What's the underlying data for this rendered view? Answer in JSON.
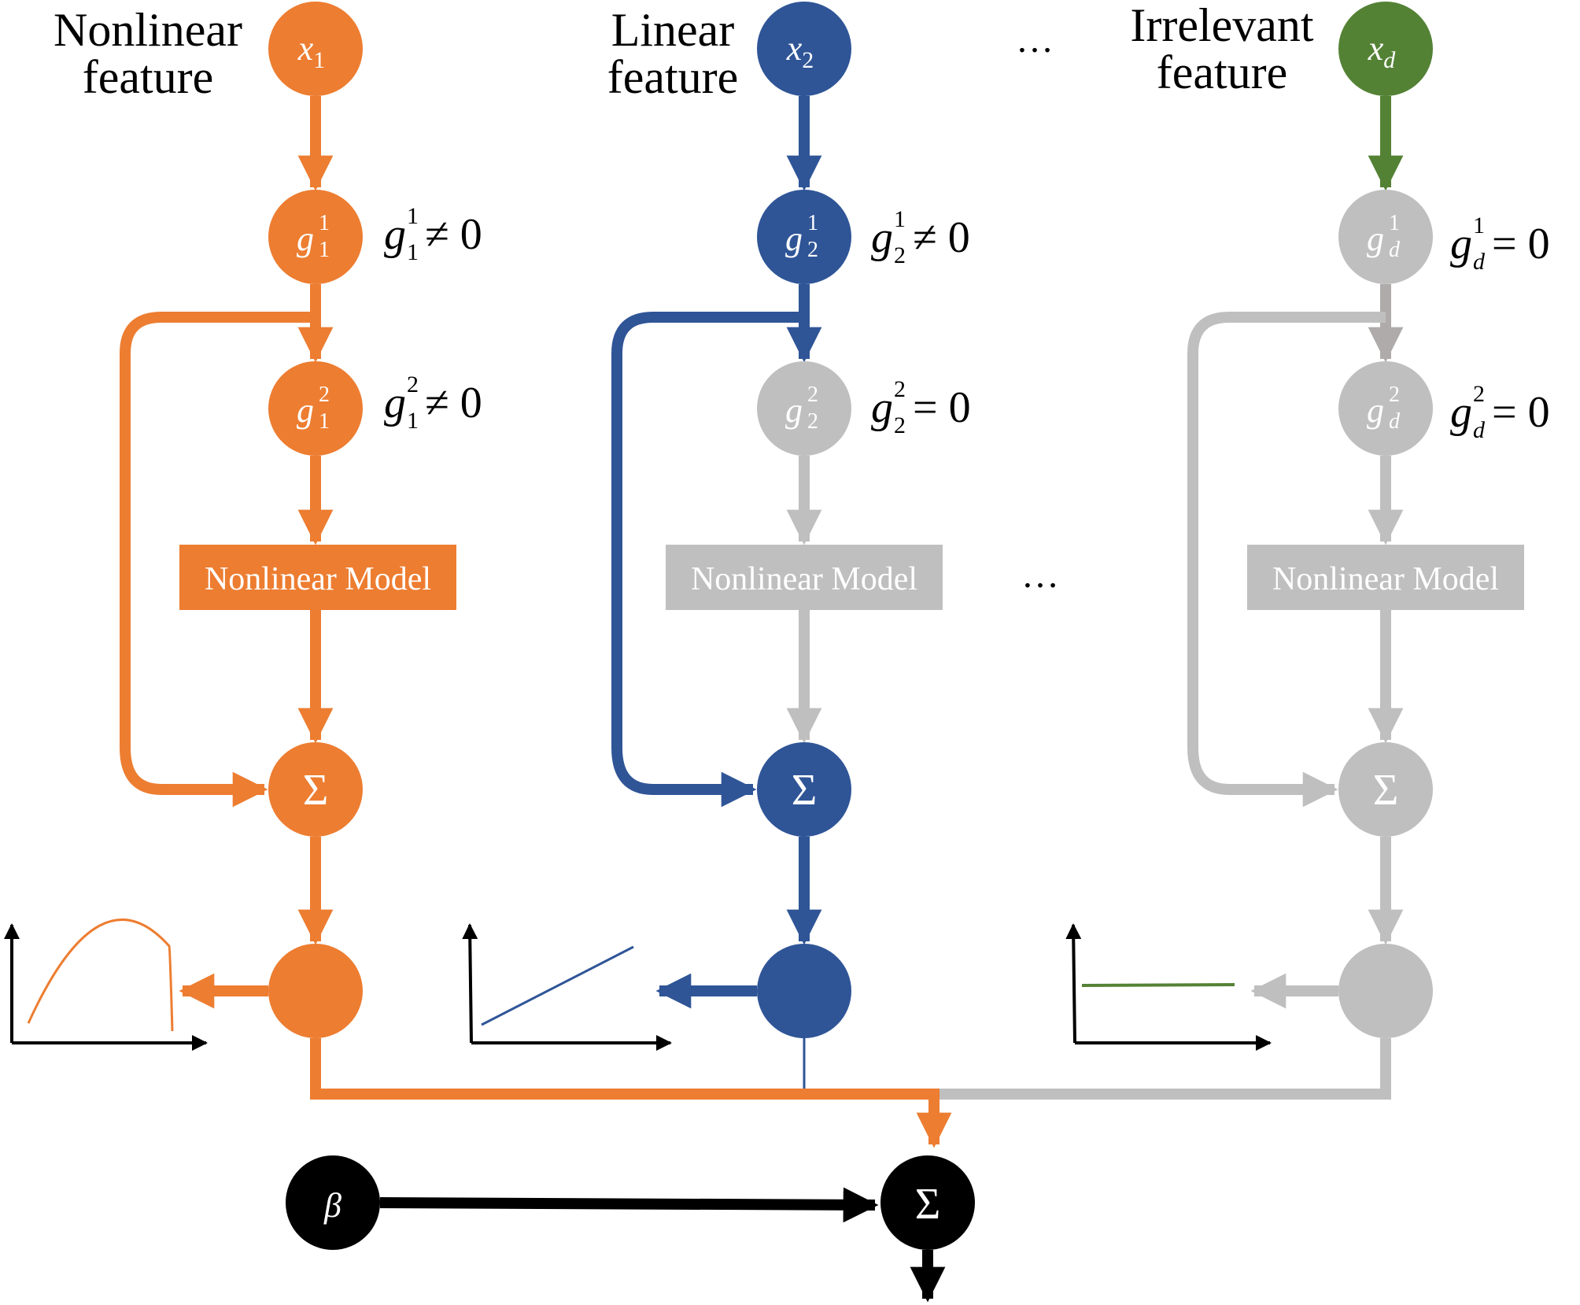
{
  "colors": {
    "orange": "#ED7D31",
    "blue": "#2F5597",
    "green": "#548235",
    "gray": "#BFBFBF",
    "dark_gray": "#AFABAB",
    "black": "#000000"
  },
  "columns": [
    {
      "id": "nonlinear",
      "title_line1": "Nonlinear",
      "title_line2": "feature",
      "input_var": "x",
      "input_sub": "1",
      "g1_label": "g",
      "g1_sup": "1",
      "g1_sub": "1",
      "g1_relation": "≠ 0",
      "g2_label": "g",
      "g2_sup": "2",
      "g2_sub": "1",
      "g2_relation": "≠ 0",
      "model_label": "Nonlinear Model",
      "sum_symbol": "Σ",
      "shape_function": "concave-parabola"
    },
    {
      "id": "linear",
      "title_line1": "Linear",
      "title_line2": "feature",
      "input_var": "x",
      "input_sub": "2",
      "g1_label": "g",
      "g1_sup": "1",
      "g1_sub": "2",
      "g1_relation": "≠ 0",
      "g2_label": "g",
      "g2_sup": "2",
      "g2_sub": "2",
      "g2_relation": "= 0",
      "model_label": "Nonlinear Model",
      "sum_symbol": "Σ",
      "shape_function": "increasing-line"
    },
    {
      "id": "irrelevant",
      "title_line1": "Irrelevant",
      "title_line2": "feature",
      "input_var": "x",
      "input_sub": "d",
      "g1_label": "g",
      "g1_sup": "1",
      "g1_sub": "d",
      "g1_relation": "= 0",
      "g2_label": "g",
      "g2_sup": "2",
      "g2_sub": "d",
      "g2_relation": "= 0",
      "model_label": "Nonlinear Model",
      "sum_symbol": "Σ",
      "shape_function": "flat-line"
    }
  ],
  "ellipsis": "…",
  "bias_symbol": "β",
  "final_sum_symbol": "Σ"
}
